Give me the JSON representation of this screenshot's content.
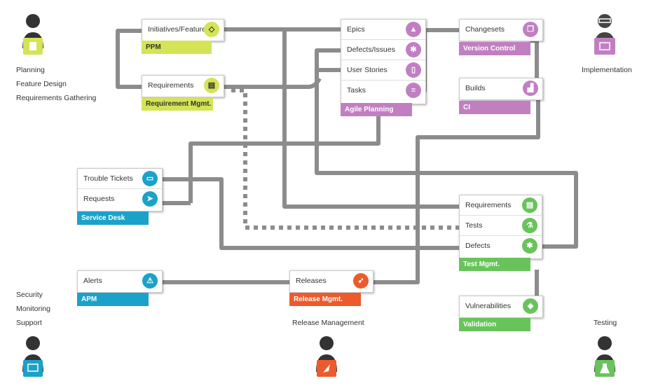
{
  "groups": {
    "ppm": {
      "label": "PPM",
      "items": [
        "Initiatives/Features"
      ]
    },
    "req_mgmt": {
      "label": "Requirement Mgmt.",
      "items": [
        "Requirements"
      ]
    },
    "agile": {
      "label": "Agile Planning",
      "items": [
        "Epics",
        "Defects/Issues",
        "User Stories",
        "Tasks"
      ]
    },
    "vc": {
      "label": "Version Control",
      "items": [
        "Changesets"
      ]
    },
    "ci": {
      "label": "CI",
      "items": [
        "Builds"
      ]
    },
    "service_desk": {
      "label": "Service Desk",
      "items": [
        "Trouble Tickets",
        "Requests"
      ]
    },
    "test_mgmt": {
      "label": "Test Mgmt.",
      "items": [
        "Requirements",
        "Tests",
        "Defects"
      ]
    },
    "apm": {
      "label": "APM",
      "items": [
        "Alerts"
      ]
    },
    "release_mgmt": {
      "label": "Release Mgmt.",
      "items": [
        "Releases"
      ]
    },
    "validation": {
      "label": "Validation",
      "items": [
        "Vulnerabilities"
      ]
    }
  },
  "roles": {
    "planning": [
      "Planning",
      "Feature Design",
      "Requirements Gathering"
    ],
    "implementation": "Implementation",
    "security": [
      "Security",
      "Monitoring",
      "Support"
    ],
    "release": "Release Management",
    "testing": "Testing"
  },
  "colors": {
    "lime": "#d5e356",
    "purple": "#c17fc2",
    "blue": "#1aa2c9",
    "orange": "#ed5a2c",
    "green": "#68c35b",
    "wire": "#8c8c8c"
  }
}
